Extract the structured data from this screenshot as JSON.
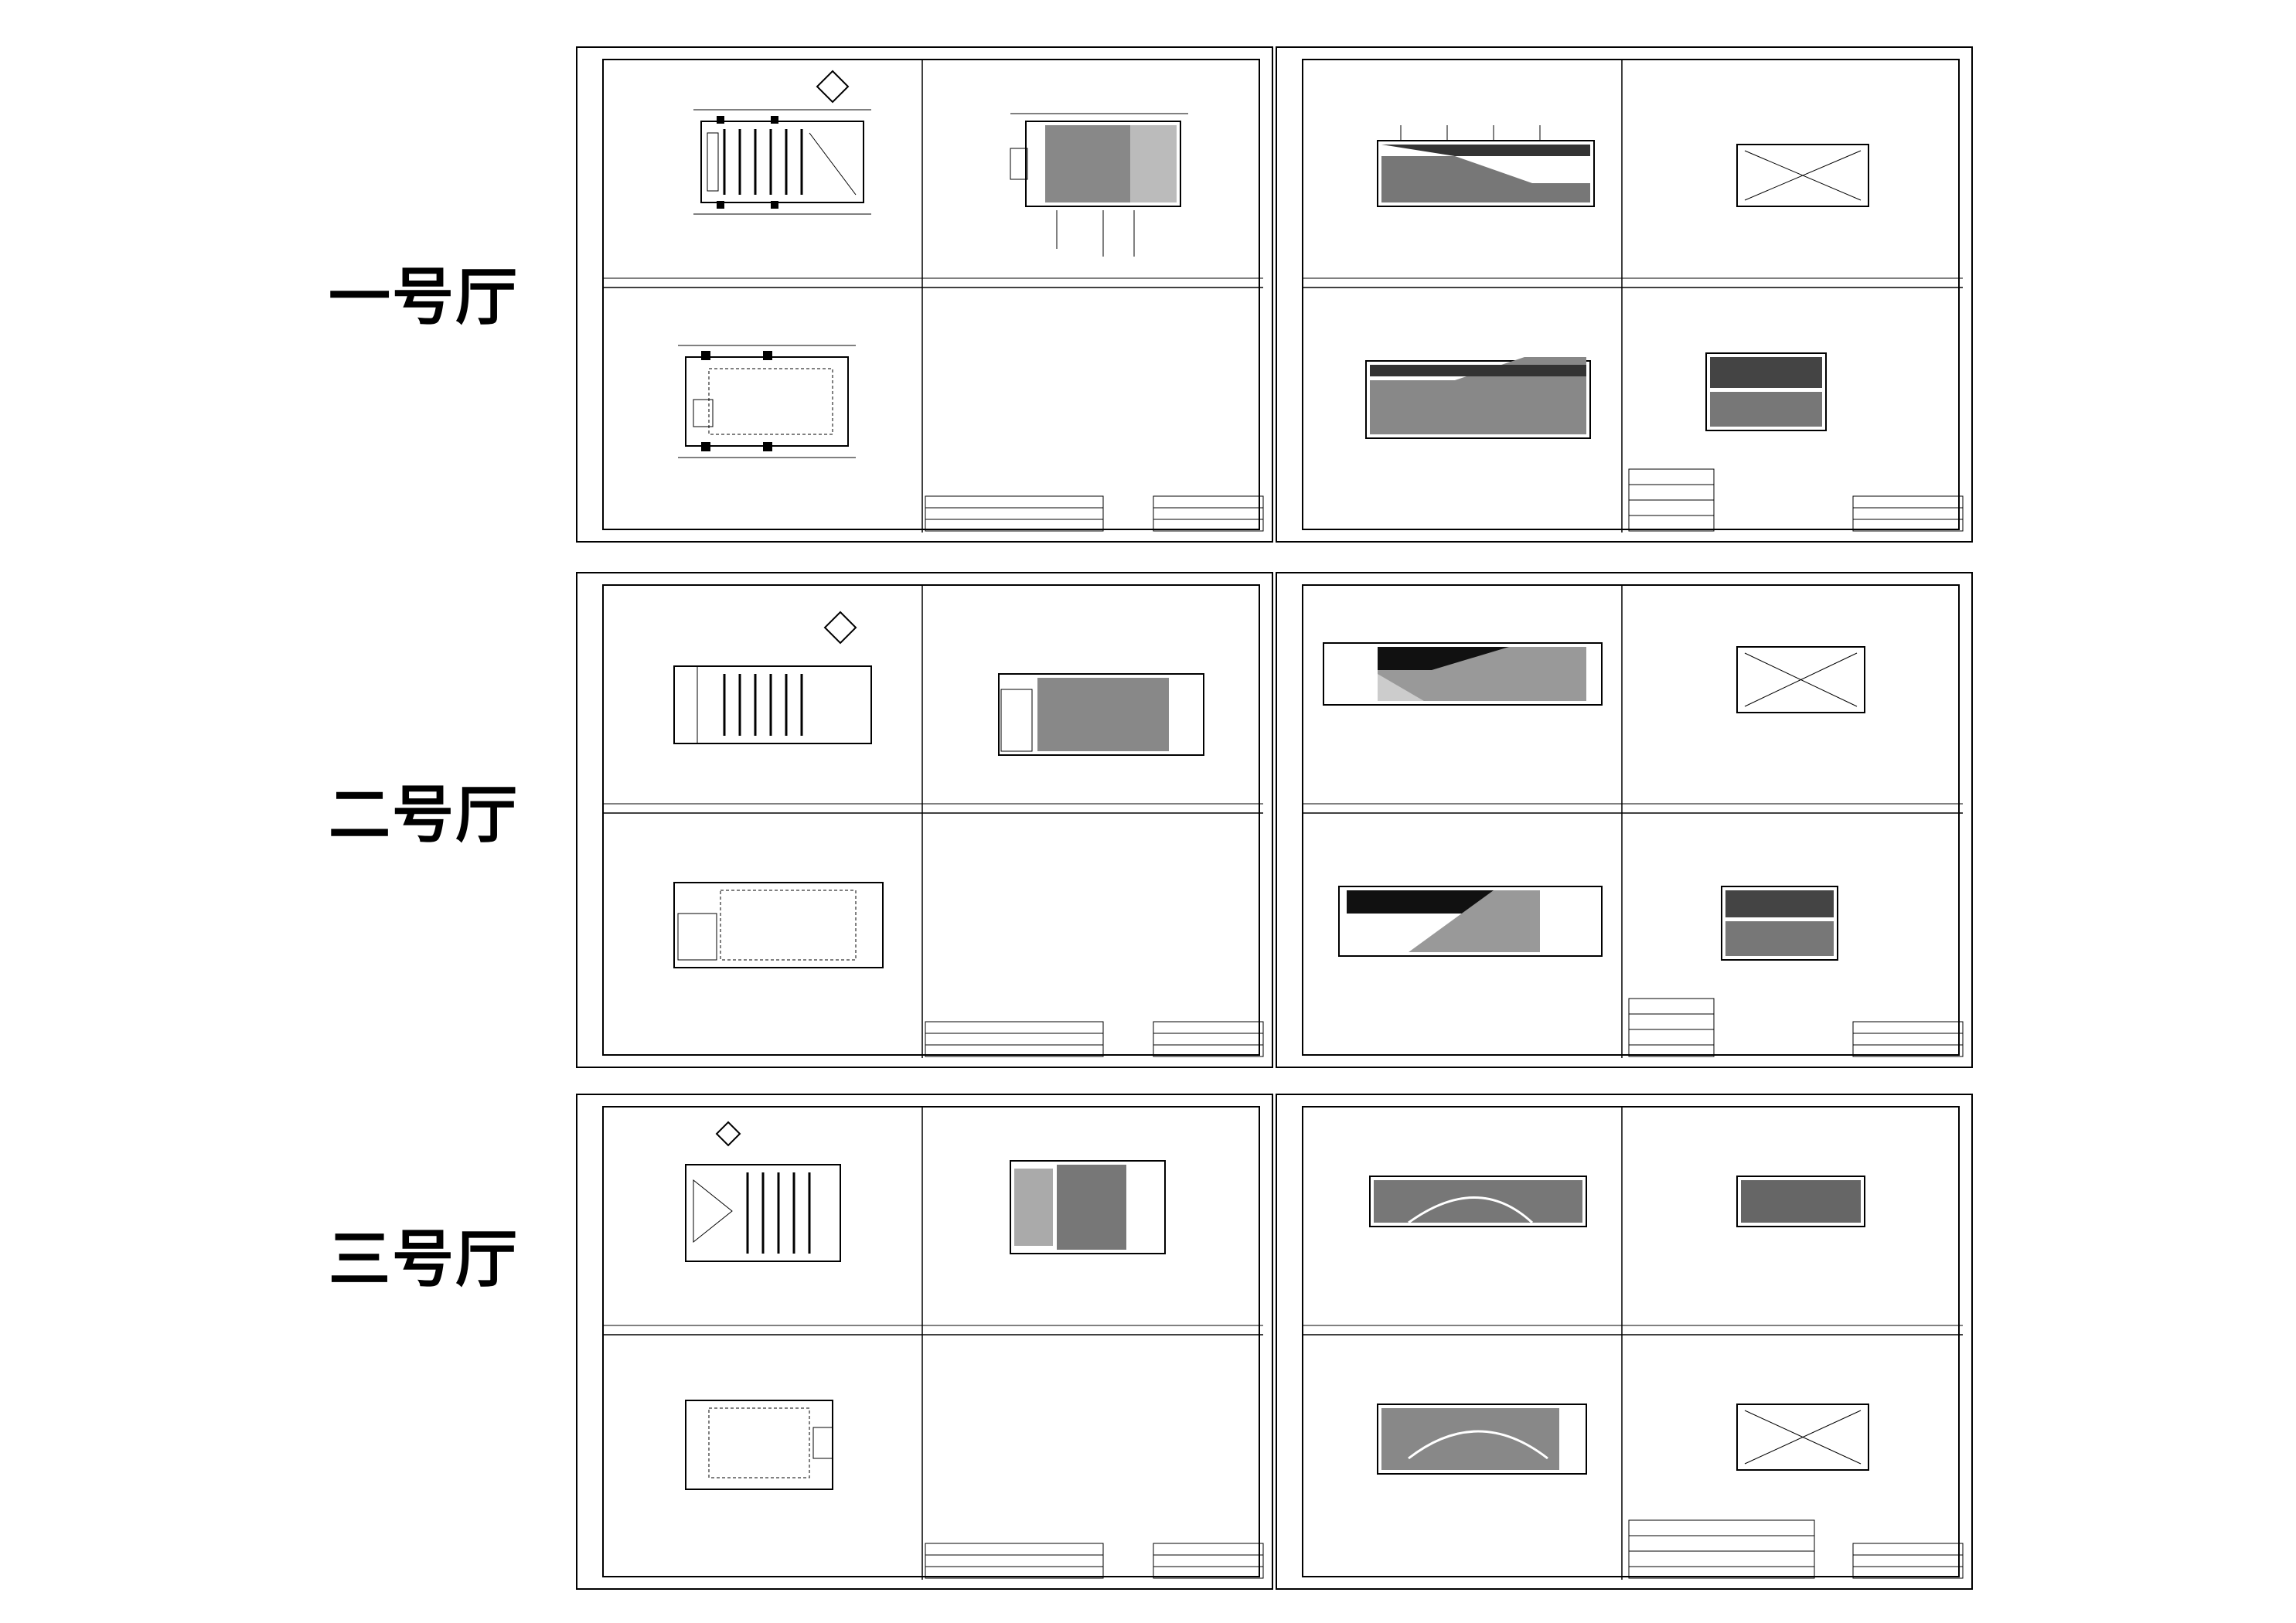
{
  "halls": [
    {
      "label": "一号厅"
    },
    {
      "label": "二号厅"
    },
    {
      "label": "三号厅"
    }
  ]
}
